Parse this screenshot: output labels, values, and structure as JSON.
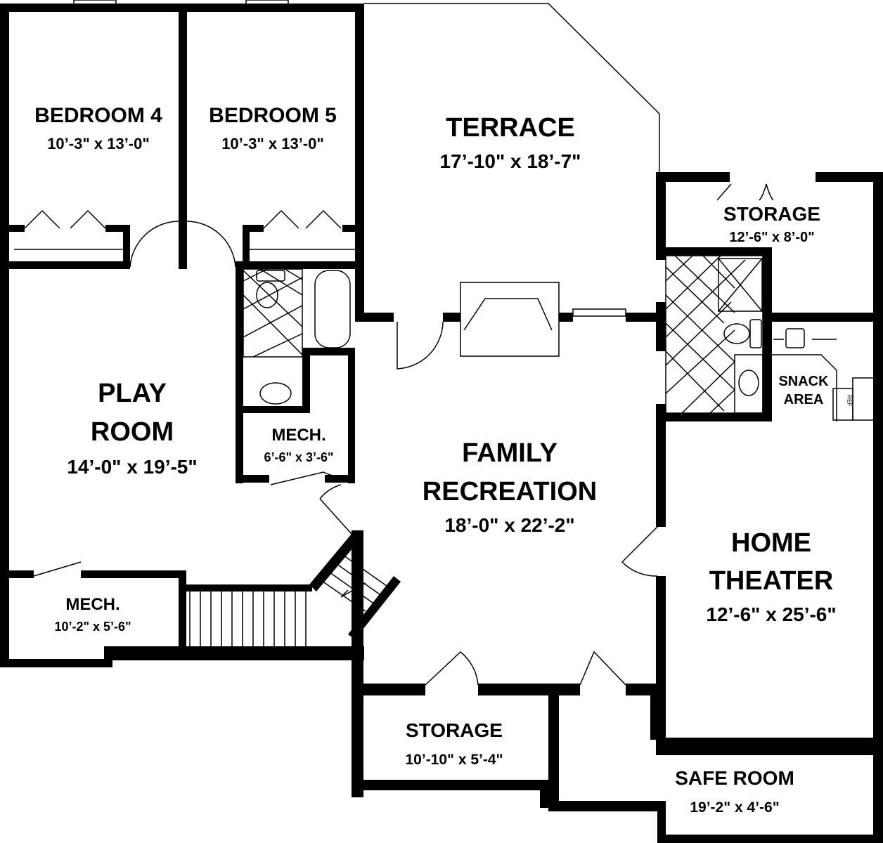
{
  "rooms": {
    "bedroom4": {
      "name": "BEDROOM 4",
      "size": "10’-3\" x 13’-0\""
    },
    "bedroom5": {
      "name": "BEDROOM 5",
      "size": "10’-3\" x 13’-0\""
    },
    "terrace": {
      "name": "TERRACE",
      "size": "17’-10\" x 18’-7\""
    },
    "storage_top": {
      "name": "STORAGE",
      "size": "12’-6\" x 8’-0\""
    },
    "play_room": {
      "name_line1": "PLAY",
      "name_line2": "ROOM",
      "size": "14’-0\" x 19’-5\""
    },
    "mech_small": {
      "name": "MECH.",
      "size": "6’-6\" x 3’-6\""
    },
    "snack_area": {
      "name_line1": "SNACK",
      "name_line2": "AREA",
      "ref_label": "REF"
    },
    "family_recreation": {
      "name_line1": "FAMILY",
      "name_line2": "RECREATION",
      "size": "18’-0\" x 22’-2\""
    },
    "home_theater": {
      "name_line1": "HOME",
      "name_line2": "THEATER",
      "size": "12’-6\" x 25’-6\""
    },
    "mech_large": {
      "name": "MECH.",
      "size": "10’-2\" x 5’-6\""
    },
    "storage_bottom": {
      "name": "STORAGE",
      "size": "10’-10\" x 5’-4\""
    },
    "safe_room": {
      "name": "SAFE ROOM",
      "size": "19’-2\" x 4’-6\""
    }
  }
}
